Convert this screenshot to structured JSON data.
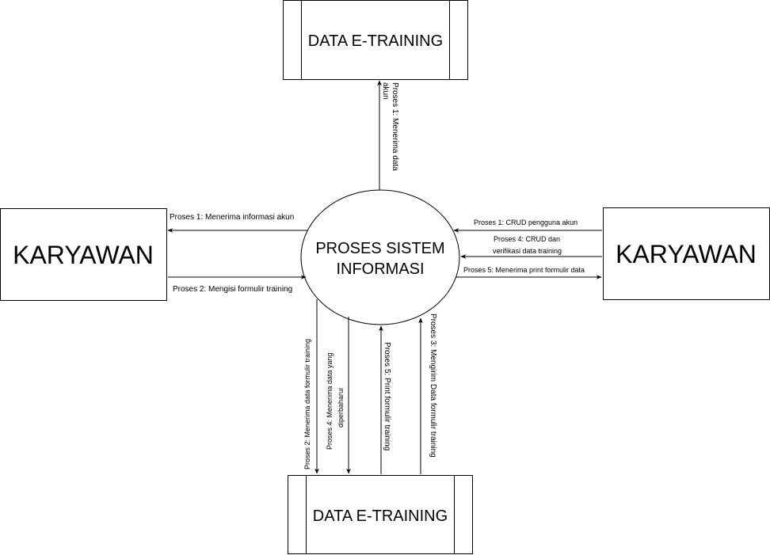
{
  "process": {
    "line1": "PROSES SISTEM",
    "line2": "INFORMASI"
  },
  "stores": {
    "top_label": "DATA E-TRAINING",
    "bottom_label": "DATA E-TRAINING"
  },
  "entities": {
    "left_label": "KARYAWAN",
    "right_label": "KARYAWAN"
  },
  "flows": {
    "top_line1": "Proses 1: Menerima data",
    "top_line2": "akun",
    "left_1": "Proses 1: Menerima informasi akun",
    "left_2": "Proses 2: Mengisi formulir training",
    "right_1": "Proses 1: CRUD pengguna akun",
    "right_4_line1": "Proses 4: CRUD dan",
    "right_4_line2": "verifikasi data training",
    "right_5": "Proses 5: Menerima print formulir data",
    "bottom_2": "Proses 2: Menerima data formulir training",
    "bottom_4_line1": "Proses 4: Menerima data yang",
    "bottom_4_line2": "diperbaharui",
    "bottom_5": "Proses 5: Print formulir training",
    "bottom_3": "Proses 3: Mengirim Data formulir training"
  }
}
